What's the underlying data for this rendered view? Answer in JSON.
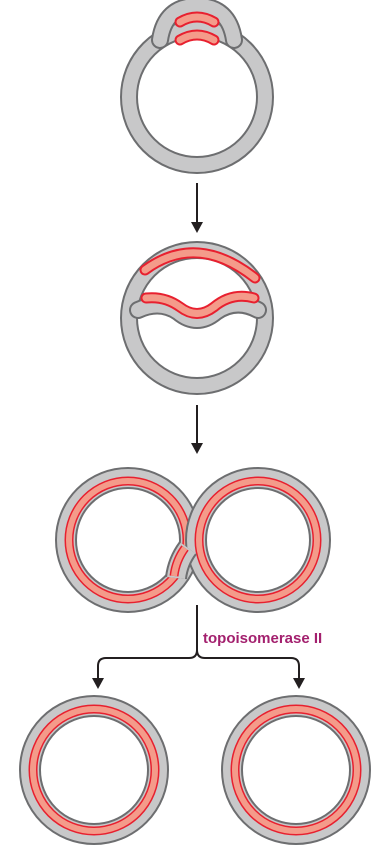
{
  "labels": {
    "enzyme": "topoisomerase II"
  },
  "colors": {
    "parental_strand_fill": "#c8c8c9",
    "parental_strand_edge": "#6d6e70",
    "daughter_strand_fill": "#f49b8a",
    "daughter_strand_edge": "#e8202f",
    "arrow": "#231f20",
    "label": "#a3206e"
  },
  "stages": [
    {
      "name": "replication-initiation"
    },
    {
      "name": "replication-fork-progression"
    },
    {
      "name": "catenated-daughter-circles"
    },
    {
      "name": "decatenated-daughter-circles"
    }
  ]
}
